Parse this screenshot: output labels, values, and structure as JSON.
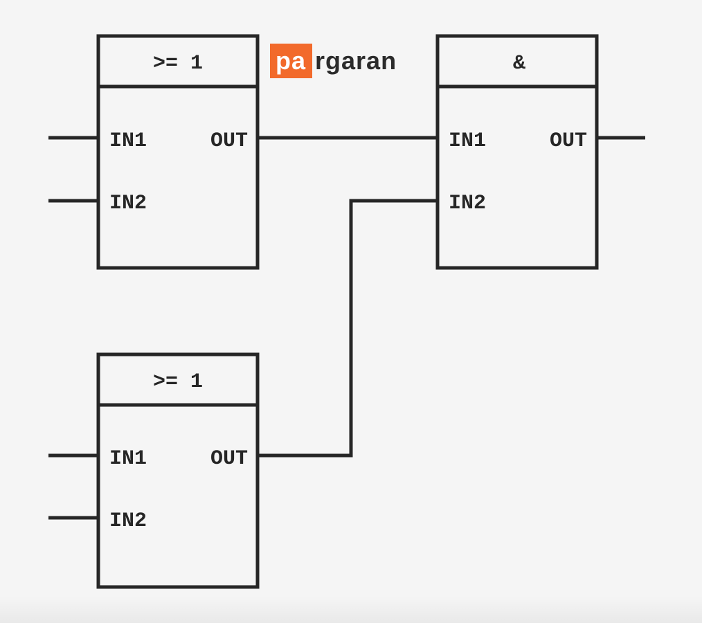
{
  "logo": {
    "highlight": "pa",
    "rest": "rgaran",
    "accent_color": "#f26a2b"
  },
  "blocks": {
    "or_top": {
      "title": ">= 1",
      "in1": "IN1",
      "in2": "IN2",
      "out": "OUT"
    },
    "and": {
      "title": "&",
      "in1": "IN1",
      "in2": "IN2",
      "out": "OUT"
    },
    "or_bottom": {
      "title": ">= 1",
      "in1": "IN1",
      "in2": "IN2",
      "out": "OUT"
    }
  }
}
